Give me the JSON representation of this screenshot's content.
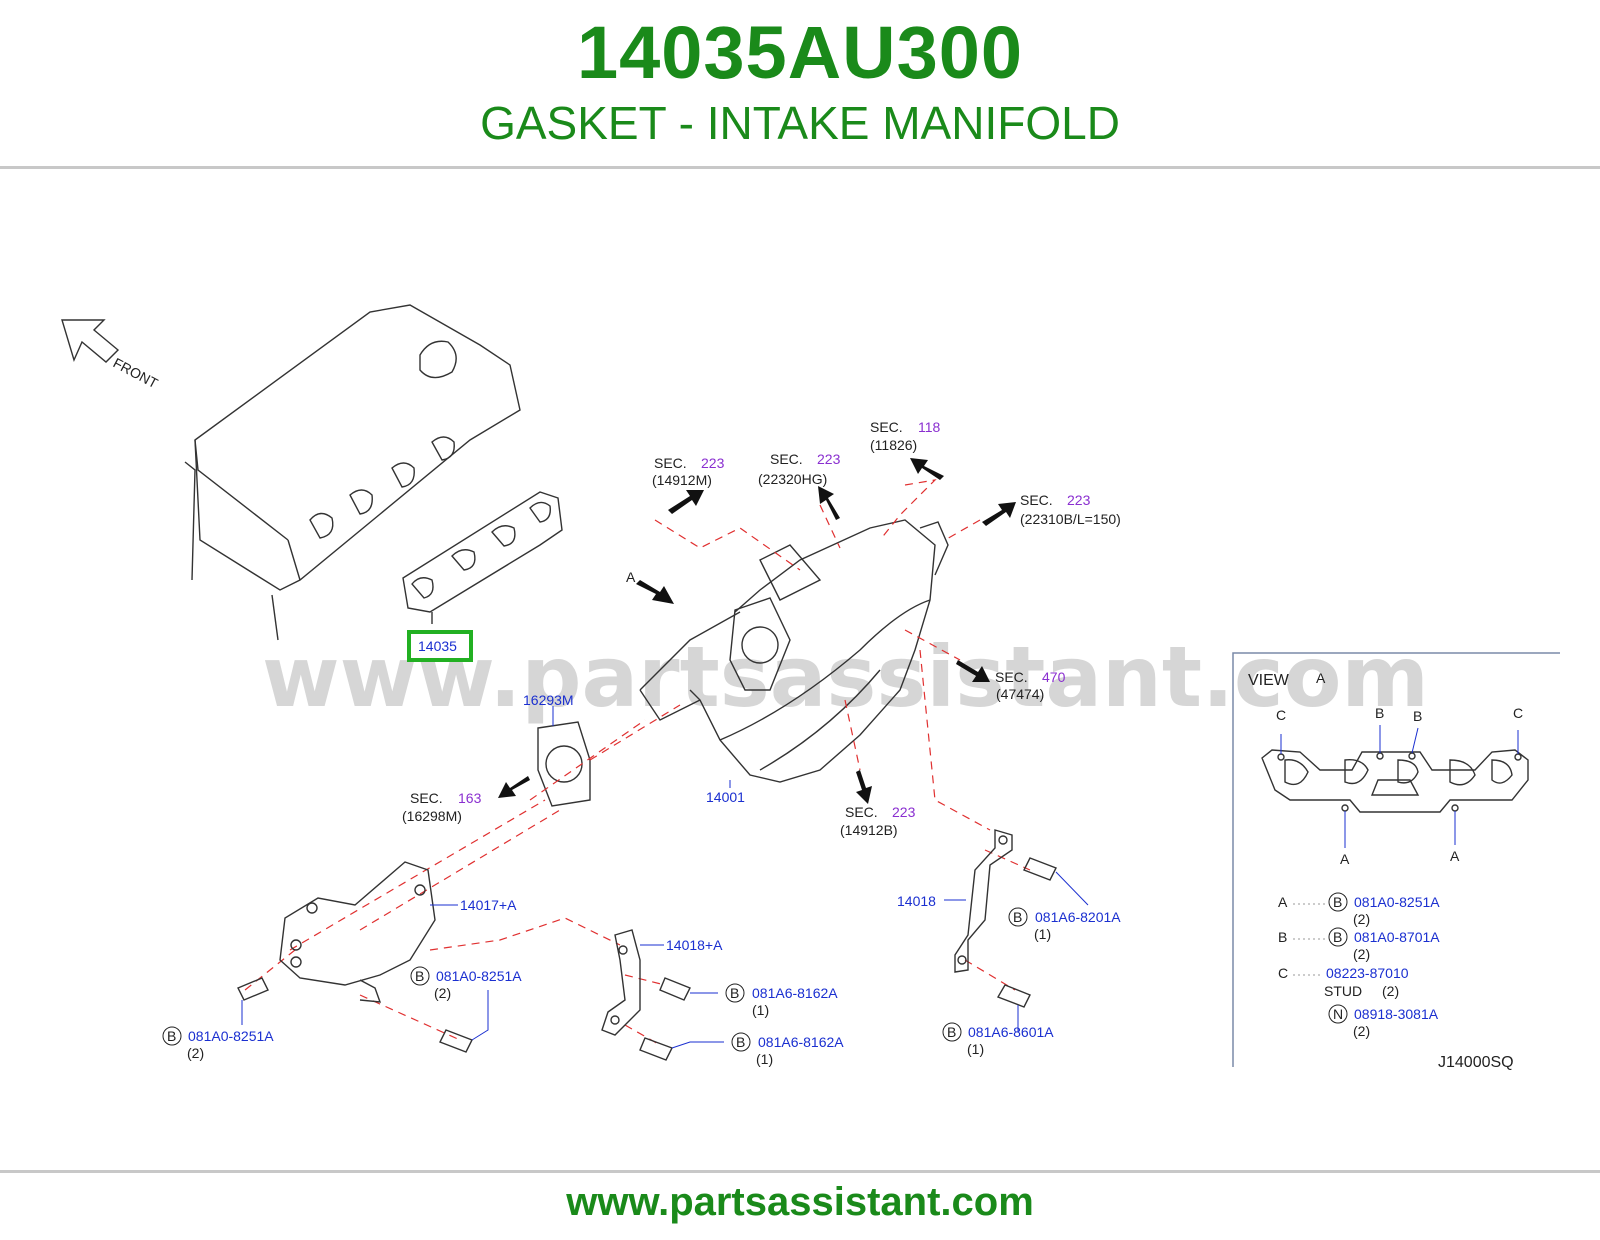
{
  "header": {
    "part_number": "14035AU300",
    "part_name": "GASKET - INTAKE MANIFOLD"
  },
  "footer": {
    "url": "www.partsassistant.com"
  },
  "watermark": "www.partsassistant.com",
  "colors": {
    "brand_green": "#1a8a1a",
    "callout_blue": "#1a2fd0",
    "section_purple": "#8a2fd0",
    "leader_red": "#e03030",
    "highlight_green": "#22b022"
  },
  "diagram": {
    "front_label": "FRONT",
    "highlighted_callout": "14035",
    "view_letter_a": "A",
    "sections": [
      {
        "sec": "SEC.",
        "num": "223",
        "ref": "(14912M)"
      },
      {
        "sec": "SEC.",
        "num": "223",
        "ref": "(22320HG)"
      },
      {
        "sec": "SEC.",
        "num": "118",
        "ref": "(11826)"
      },
      {
        "sec": "SEC.",
        "num": "223",
        "ref": "(22310B/L=150)"
      },
      {
        "sec": "SEC.",
        "num": "470",
        "ref": "(47474)"
      },
      {
        "sec": "SEC.",
        "num": "163",
        "ref": "(16298M)"
      },
      {
        "sec": "SEC.",
        "num": "223",
        "ref": "(14912B)"
      }
    ],
    "callouts": {
      "c16293m": "16293M",
      "c14001": "14001",
      "c14017a": "14017+A",
      "c14018a": "14018+A",
      "c14018": "14018"
    },
    "fasteners": [
      {
        "symbol": "B",
        "part": "081A0-8251A",
        "qty": "(2)"
      },
      {
        "symbol": "B",
        "part": "081A0-8251A",
        "qty": "(2)"
      },
      {
        "symbol": "B",
        "part": "081A6-8162A",
        "qty": "(1)"
      },
      {
        "symbol": "B",
        "part": "081A6-8162A",
        "qty": "(1)"
      },
      {
        "symbol": "B",
        "part": "081A6-8201A",
        "qty": "(1)"
      },
      {
        "symbol": "B",
        "part": "081A6-8601A",
        "qty": "(1)"
      }
    ],
    "view_panel": {
      "title": "VIEW",
      "title_letter": "A",
      "hole_labels": {
        "c": "C",
        "b": "B",
        "a": "A"
      },
      "legend": [
        {
          "key": "A",
          "symbol": "B",
          "part": "081A0-8251A",
          "qty": "(2)"
        },
        {
          "key": "B",
          "symbol": "B",
          "part": "081A0-8701A",
          "qty": "(2)"
        },
        {
          "key": "C",
          "symbol": "",
          "part": "08223-87010",
          "qty": "(2)",
          "note": "STUD"
        },
        {
          "key": "",
          "symbol": "N",
          "part": "08918-3081A",
          "qty": "(2)"
        }
      ],
      "diagram_code": "J14000SQ"
    }
  }
}
